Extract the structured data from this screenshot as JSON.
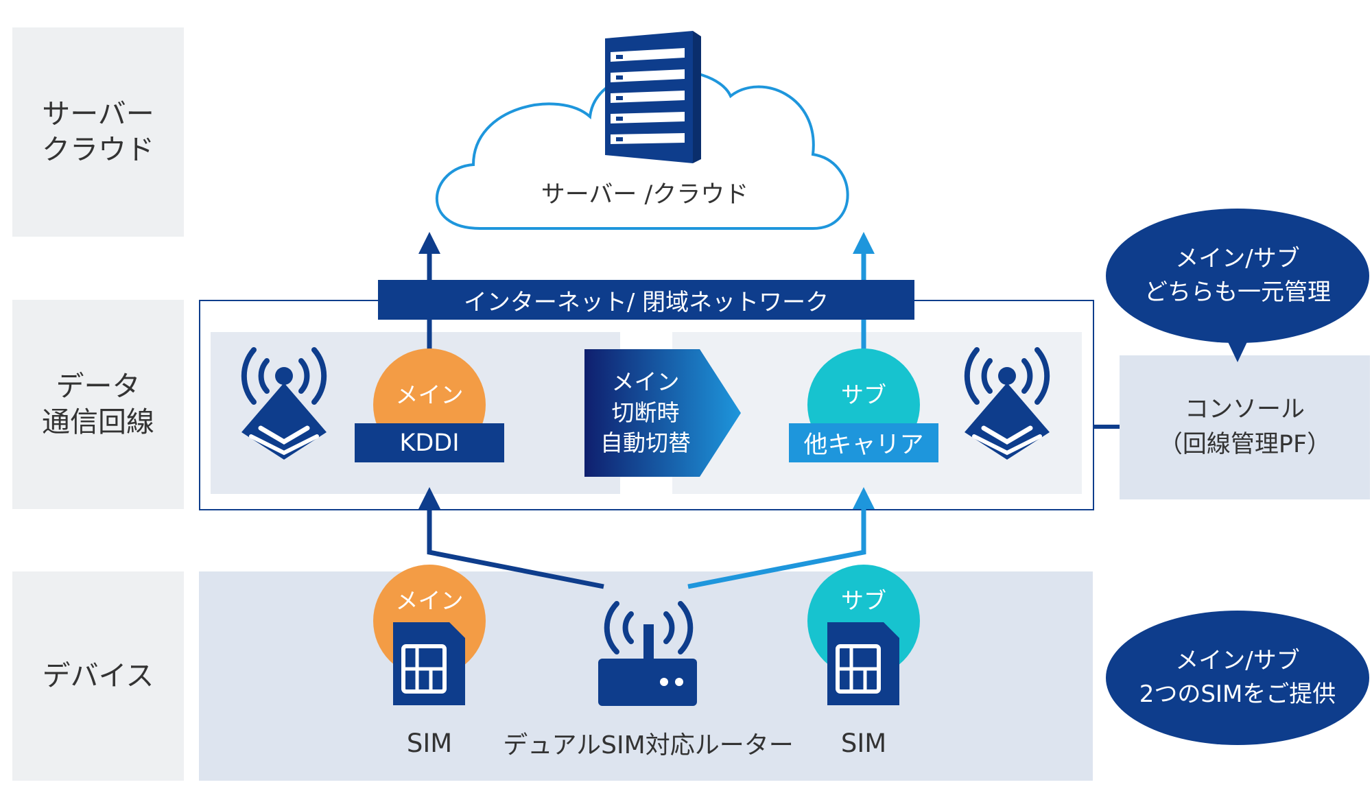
{
  "rows": {
    "server": "サーバー\nクラウド",
    "data": "データ\n通信回線",
    "device": "デバイス"
  },
  "cloud": {
    "label": "サーバー /クラウド"
  },
  "network_bar": {
    "label": "インターネット/ 閉域ネットワーク"
  },
  "main_line": {
    "badge": "メイン",
    "carrier": "KDDI"
  },
  "sub_line": {
    "badge": "サブ",
    "carrier": "他キャリア"
  },
  "switch_arrow": {
    "label": "メイン\n切断時\n自動切替"
  },
  "console": {
    "label": "コンソール\n（回線管理PF）"
  },
  "callout_manage": {
    "text": "メイン/サブ\nどちらも一元管理"
  },
  "callout_sim": {
    "text": "メイン/サブ\n2つのSIMをご提供"
  },
  "devices": {
    "sim_main_badge": "メイン",
    "sim_main_label": "SIM",
    "router_label": "デュアルSIM対応ルーター",
    "sim_sub_badge": "サブ",
    "sim_sub_label": "SIM"
  },
  "colors": {
    "navy": "#0e3d8c",
    "sky": "#1e96dc",
    "orange": "#f39c45",
    "teal": "#17c3cf",
    "panel": "#e4e9f1"
  }
}
